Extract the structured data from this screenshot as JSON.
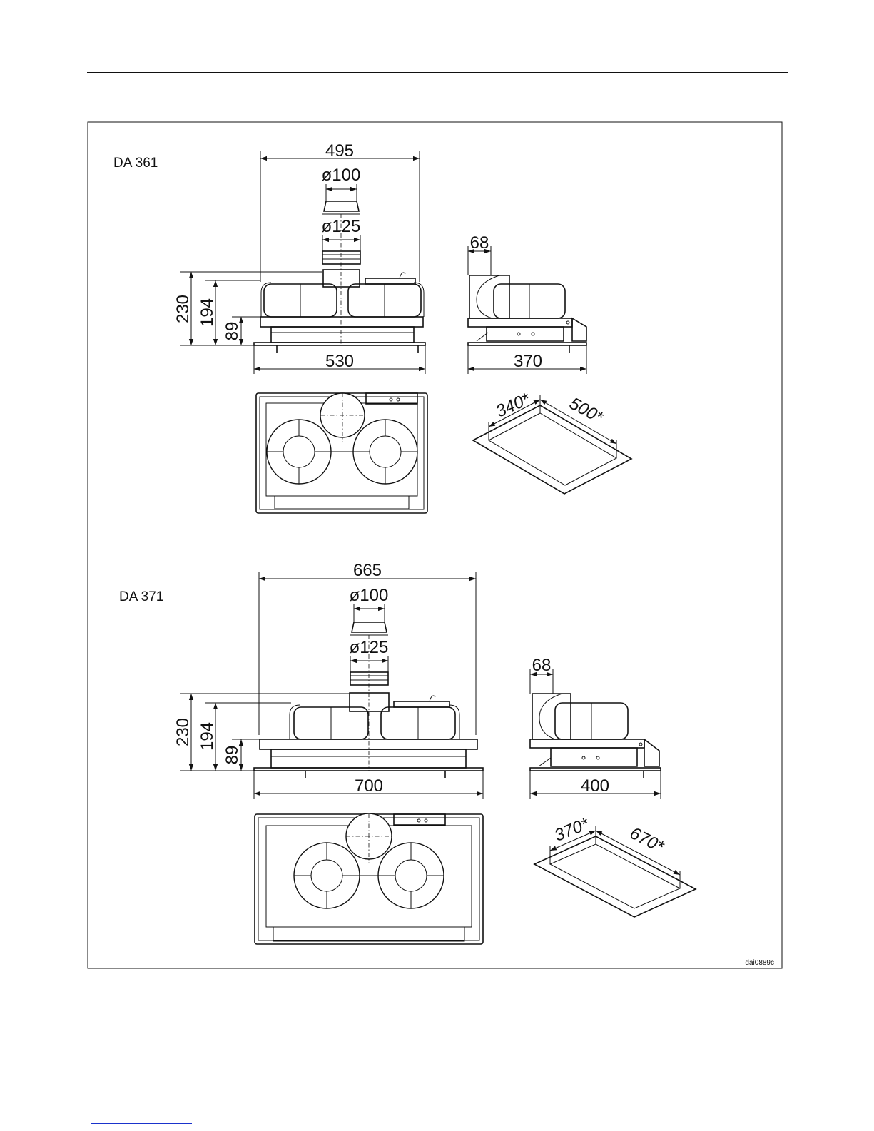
{
  "models": [
    {
      "name": "DA 361",
      "front_width": "495",
      "outlet_small": "ø100",
      "outlet_large": "ø125",
      "height_total": "230",
      "height_body": "194",
      "height_frame": "89",
      "frame_width": "530",
      "side_offset": "68",
      "side_depth": "370",
      "cutout_width": "340*",
      "cutout_length": "500*"
    },
    {
      "name": "DA 371",
      "front_width": "665",
      "outlet_small": "ø100",
      "outlet_large": "ø125",
      "height_total": "230",
      "height_body": "194",
      "height_frame": "89",
      "frame_width": "700",
      "side_offset": "68",
      "side_depth": "400",
      "cutout_width": "370*",
      "cutout_length": "670*"
    }
  ],
  "drawing_ref": "dai0889c"
}
